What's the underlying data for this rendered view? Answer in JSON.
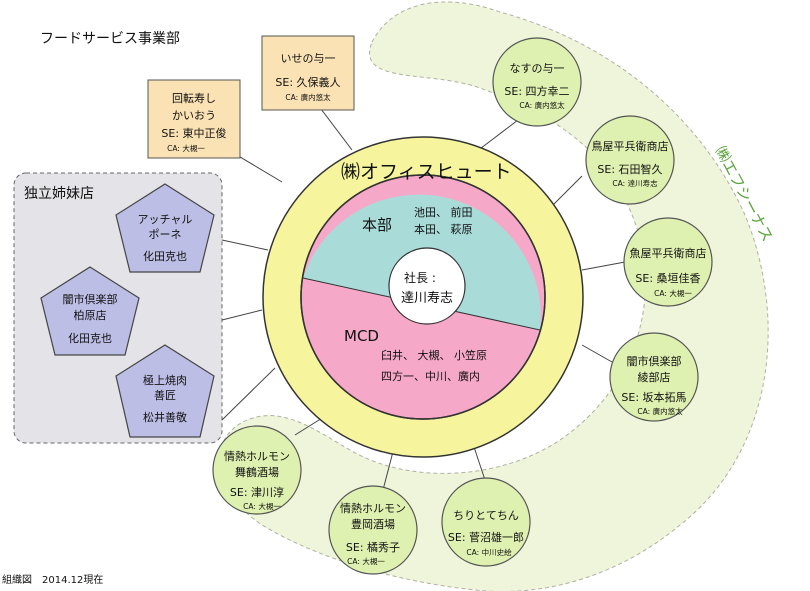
{
  "header": {
    "title": "フードサービス事業部"
  },
  "footer": {
    "caption": "組織図　2014.12現在"
  },
  "colors": {
    "outer_ring": "#f6f59e",
    "honbu": "#a9dcd9",
    "mcd": "#f6a8c8",
    "green_node": "#dff1b0",
    "green_band": "#eef5da",
    "box": "#fbe2b4",
    "pentagon": "#bdbee6",
    "independent_panel": "#e4e4e8",
    "accent_text": "#5aa33a"
  },
  "center": {
    "company": "㈱オフィスヒュート",
    "president_title": "社長 :",
    "president_name": "達川寿志",
    "honbu": {
      "label": "本部",
      "members_1": "池田、 前田",
      "members_2": "本田、 萩原"
    },
    "mcd": {
      "label": "MCD",
      "members_1": "臼井、 大槻、 小笠原",
      "members_2": "四方一、中川、廣内"
    }
  },
  "boxes": [
    {
      "name1": "回転寿し",
      "name2": "かいおう",
      "se": "SE: 東中正俊",
      "ca": "CA: 大槻一"
    },
    {
      "name1": "いせの与一",
      "se": "SE: 久保義人",
      "ca": "CA: 廣内悠太"
    }
  ],
  "independent": {
    "label": "独立姉妹店",
    "stores": [
      {
        "name1": "アッチャル",
        "name2": "ポーネ",
        "person": "化田克也"
      },
      {
        "name1": "闇市倶楽部",
        "name2": "柏原店",
        "person": "化田克也"
      },
      {
        "name1": "極上焼肉",
        "name2": "善匠",
        "person": "松井善敬"
      }
    ]
  },
  "efushinasu": {
    "label": "㈱エフシーナス",
    "stores": [
      {
        "name1": "なすの与一",
        "se": "SE: 四方幸二",
        "ca": "CA: 廣内悠太"
      },
      {
        "name1": "鳥屋平兵衛商店",
        "se": "SE: 石田智久",
        "ca": "CA: 達川寿志"
      },
      {
        "name1": "魚屋平兵衛商店",
        "se": "SE: 桑垣佳香",
        "ca": "CA: 大槻一"
      },
      {
        "name1": "闇市倶楽部",
        "name2": "綾部店",
        "se": "SE: 坂本拓馬",
        "ca": "CA: 廣内悠太"
      },
      {
        "name1": "ちりとてちん",
        "se": "SE: 菅沼雄一郎",
        "ca": "CA: 中川史絵"
      },
      {
        "name1": "情熱ホルモン",
        "name2": "豊岡酒場",
        "se": "SE: 橘秀子",
        "ca": "CA: 大槻一"
      },
      {
        "name1": "情熱ホルモン",
        "name2": "舞鶴酒場",
        "se": "SE: 津川淳",
        "ca": "CA: 大槻一"
      }
    ]
  }
}
